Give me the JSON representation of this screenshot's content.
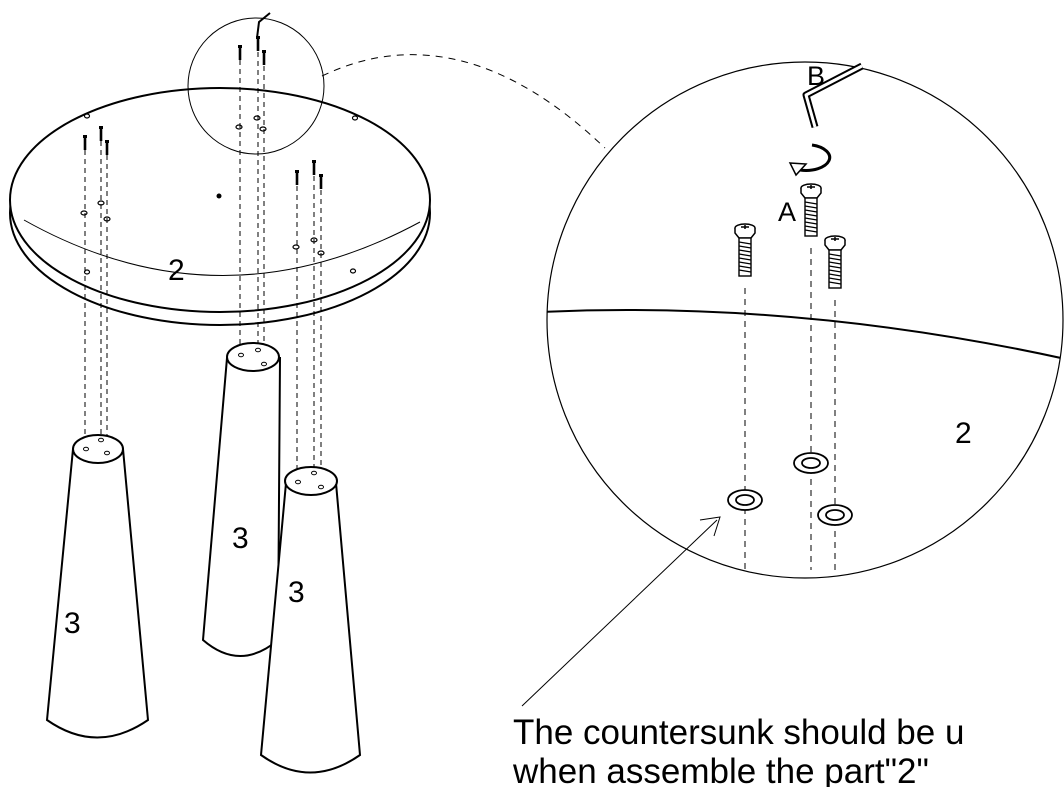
{
  "labels": {
    "tabletop": "2",
    "leg_left": "3",
    "leg_middle": "3",
    "leg_right": "3",
    "detail_tabletop": "2",
    "screw": "A",
    "hex_key": "B"
  },
  "note": {
    "line1": "The countersunk should be u",
    "line2": "when assemble the part\"2\""
  }
}
